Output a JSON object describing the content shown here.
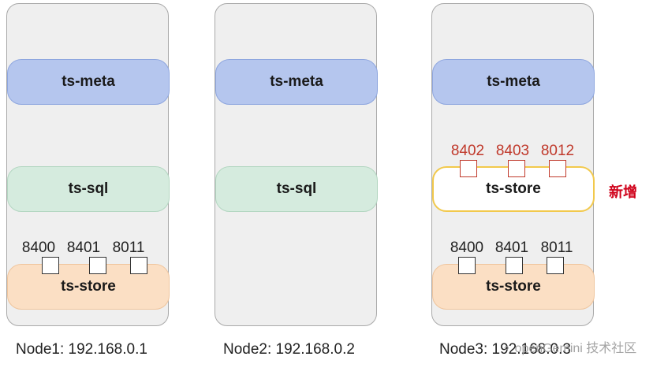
{
  "nodes": [
    {
      "caption": "Node1: 192.168.0.1",
      "meta_label": "ts-meta",
      "sql_label": "ts-sql",
      "store_label": "ts-store",
      "ports": [
        "8400",
        "8401",
        "8011"
      ]
    },
    {
      "caption": "Node2: 192.168.0.2",
      "meta_label": "ts-meta",
      "sql_label": "ts-sql"
    },
    {
      "caption": "Node3: 192.168.0.3",
      "meta_label": "ts-meta",
      "new_store_label": "ts-store",
      "new_ports": [
        "8402",
        "8403",
        "8012"
      ],
      "store_label": "ts-store",
      "ports": [
        "8400",
        "8401",
        "8011"
      ]
    }
  ],
  "new_label": "新增",
  "watermark": "openGemini 技术社区",
  "colors": {
    "meta": "#b5c6ee",
    "sql": "#d5ebde",
    "store": "#fbdfc4",
    "new_store_border": "#f2c94c",
    "new_text": "#d0021b",
    "port_red": "#c0392b"
  }
}
